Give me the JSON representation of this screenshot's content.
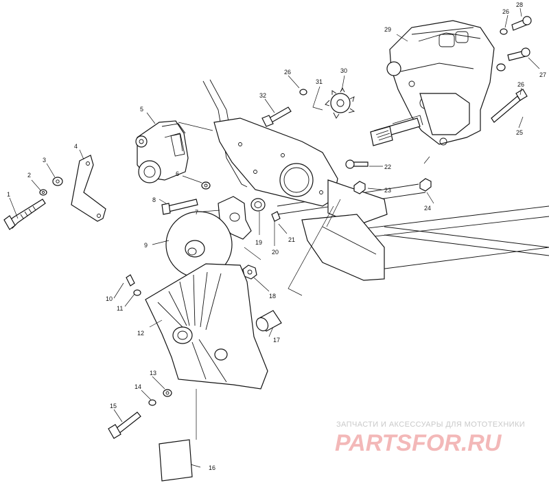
{
  "callouts": [
    {
      "id": "c1",
      "text": "1"
    },
    {
      "id": "c2",
      "text": "2"
    },
    {
      "id": "c3",
      "text": "3"
    },
    {
      "id": "c4",
      "text": "4"
    },
    {
      "id": "c5",
      "text": "5"
    },
    {
      "id": "c6",
      "text": "6"
    },
    {
      "id": "c7",
      "text": "7"
    },
    {
      "id": "c8",
      "text": "8"
    },
    {
      "id": "c9",
      "text": "9"
    },
    {
      "id": "c10",
      "text": "10"
    },
    {
      "id": "c11",
      "text": "11"
    },
    {
      "id": "c12",
      "text": "12"
    },
    {
      "id": "c13",
      "text": "13"
    },
    {
      "id": "c14",
      "text": "14"
    },
    {
      "id": "c15",
      "text": "15"
    },
    {
      "id": "c16",
      "text": "16"
    },
    {
      "id": "c17",
      "text": "17"
    },
    {
      "id": "c18",
      "text": "18"
    },
    {
      "id": "c19",
      "text": "19"
    },
    {
      "id": "c20",
      "text": "20"
    },
    {
      "id": "c21",
      "text": "21"
    },
    {
      "id": "c22",
      "text": "22"
    },
    {
      "id": "c23",
      "text": "23"
    },
    {
      "id": "c24",
      "text": "24"
    },
    {
      "id": "c25",
      "text": "25"
    },
    {
      "id": "c26a",
      "text": "26"
    },
    {
      "id": "c26b",
      "text": "26"
    },
    {
      "id": "c26c",
      "text": "26"
    },
    {
      "id": "c27",
      "text": "27"
    },
    {
      "id": "c28",
      "text": "28"
    },
    {
      "id": "c29",
      "text": "29"
    },
    {
      "id": "c30",
      "text": "30"
    },
    {
      "id": "c31",
      "text": "31"
    },
    {
      "id": "c32",
      "text": "32"
    }
  ],
  "watermark": {
    "tagline": "ЗАПЧАСТИ И АКСЕССУАРЫ ДЛЯ МОТОТЕХНИКИ",
    "logo": "PARTSFOR.RU"
  }
}
